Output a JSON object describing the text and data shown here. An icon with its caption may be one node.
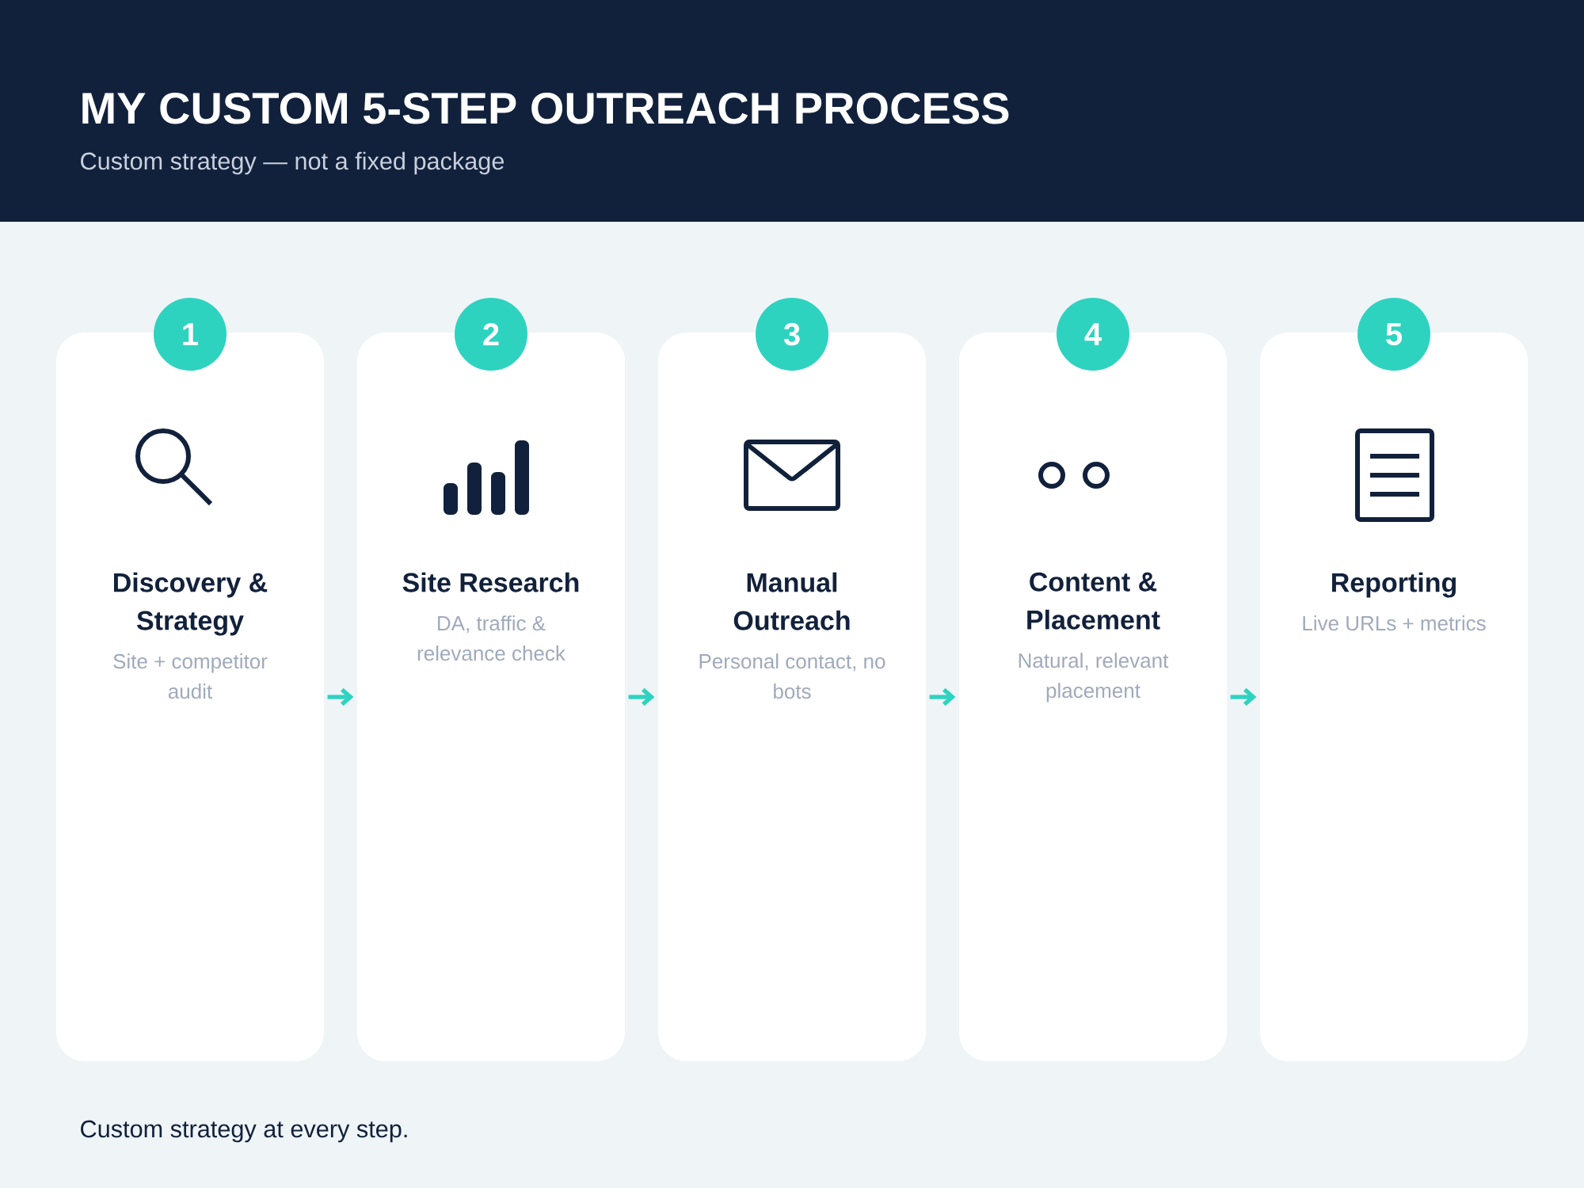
{
  "diagram": {
    "title": "MY CUSTOM 5-STEP OUTREACH PROCESS",
    "caption": "Custom strategy at every step.",
    "nodes": [
      {
        "text": [
          "1"
        ]
      },
      {
        "text": [
          "Discovery & Strategy",
          "Site + competitor audit"
        ]
      },
      {
        "text": [
          "2"
        ]
      },
      {
        "text": [
          "Site Research",
          "DA, traffic & relevance check"
        ]
      },
      {
        "text": [
          "3"
        ]
      },
      {
        "text": [
          "Manual Outreach",
          "Personal contact, no bots"
        ]
      },
      {
        "text": [
          "4"
        ]
      },
      {
        "text": [
          "Content & Placement",
          "Natural, relevant placement"
        ]
      },
      {
        "text": [
          "5"
        ]
      },
      {
        "text": [
          "Reporting",
          "Live URLs + metrics"
        ]
      }
    ],
    "edges": [
      {
        "from": 1,
        "to": 3,
        "arrow": "to"
      },
      {
        "from": 3,
        "to": 5,
        "arrow": "to"
      },
      {
        "from": 5,
        "to": 7,
        "arrow": "to"
      },
      {
        "from": 7,
        "to": 9,
        "arrow": "to"
      }
    ],
    "labels": [
      "Custom strategy — not a fixed package"
    ]
  }
}
